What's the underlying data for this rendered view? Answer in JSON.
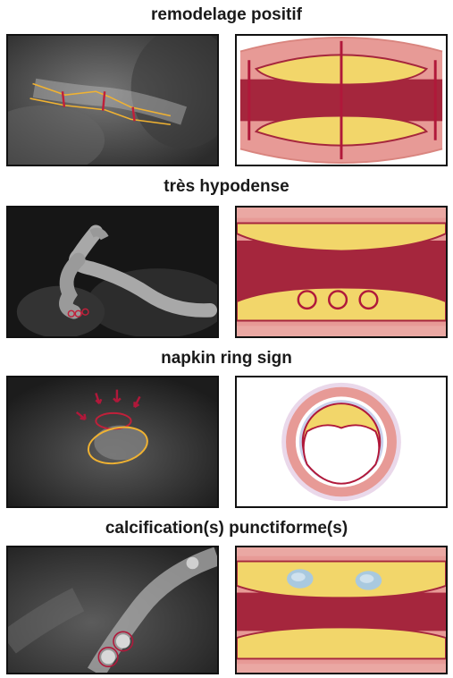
{
  "sections": [
    {
      "title": "remodelage positif"
    },
    {
      "title": "très hypodense"
    },
    {
      "title": "napkin ring sign"
    },
    {
      "title": "calcification(s) punctiforme(s)"
    }
  ],
  "colors": {
    "vessel_wall": "#e79a96",
    "lumen": "#a5263d",
    "plaque": "#f2d66a",
    "marker": "#b0183a",
    "outline_yellow": "#f0b232",
    "calcification": "#a9c9df"
  }
}
